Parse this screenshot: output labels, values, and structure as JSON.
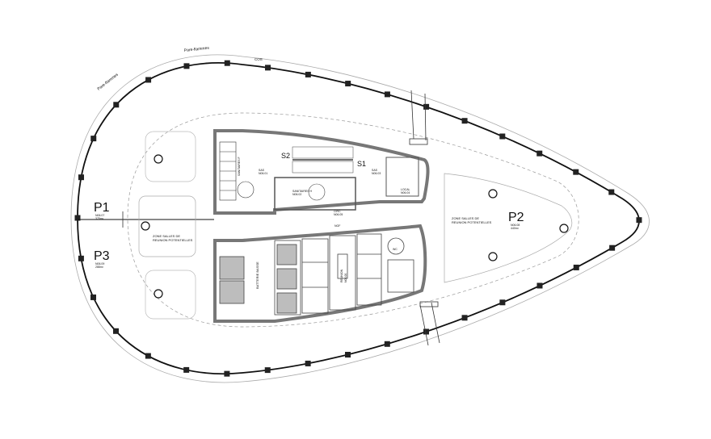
{
  "plan": {
    "facade_labels": [
      "Pare-flammes",
      "Pare-flammes"
    ],
    "cos_label": "COS",
    "zones": [
      {
        "id": "P1",
        "code": "N06.07",
        "area": "375m²"
      },
      {
        "id": "P2",
        "code": "N06.08",
        "area": "440m²"
      },
      {
        "id": "P3",
        "code": "N06.09",
        "area": "288m²"
      }
    ],
    "meeting_zone_line1": "ZONE SALLES DE",
    "meeting_zone_line2": "REUNION POTENTIELLES",
    "stairs": [
      "S1",
      "S2"
    ],
    "rooms": {
      "sanitaires_f": "SANITAIRES F",
      "sanitaires_h": "SANITAIRES H",
      "sanitaires_h_code": "N06.02",
      "batterie": "BATTERIE BASSE",
      "reunion": "REUNION",
      "reunion_code": "N06.06",
      "circ": "CIRC.",
      "circ_code": "N06.05",
      "sas1": "SAS",
      "sas2": "SAS",
      "sas_code1": "N06.01",
      "sas_code2": "N06.03",
      "local": "LOCAL",
      "local_code": "N06.04",
      "wc": "WC",
      "ngf": "NGF"
    },
    "colors": {
      "wall": "#777777",
      "line": "#222222",
      "fill_gray": "#bdbdbd"
    }
  }
}
